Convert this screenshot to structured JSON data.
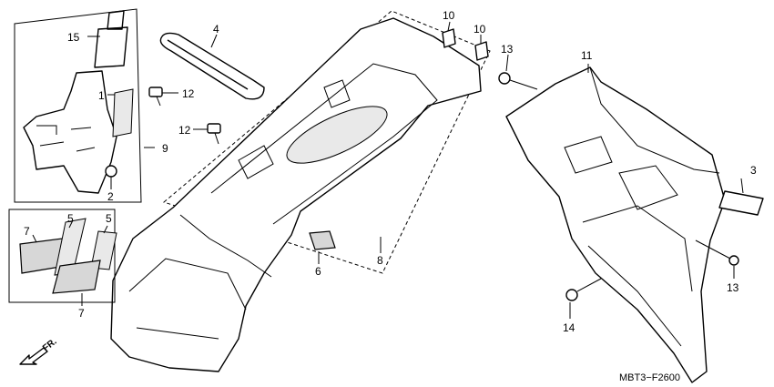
{
  "diagram": {
    "code": "MBT3−F2600",
    "direction": "FR.",
    "callouts": {
      "c1": "1",
      "c2": "2",
      "c3": "3",
      "c4": "4",
      "c5a": "5",
      "c5b": "5",
      "c6": "6",
      "c7a": "7",
      "c7b": "7",
      "c8": "8",
      "c9": "9",
      "c10a": "10",
      "c10b": "10",
      "c11": "11",
      "c12a": "12",
      "c12b": "12",
      "c13a": "13",
      "c13b": "13",
      "c14": "14",
      "c15": "15"
    }
  }
}
